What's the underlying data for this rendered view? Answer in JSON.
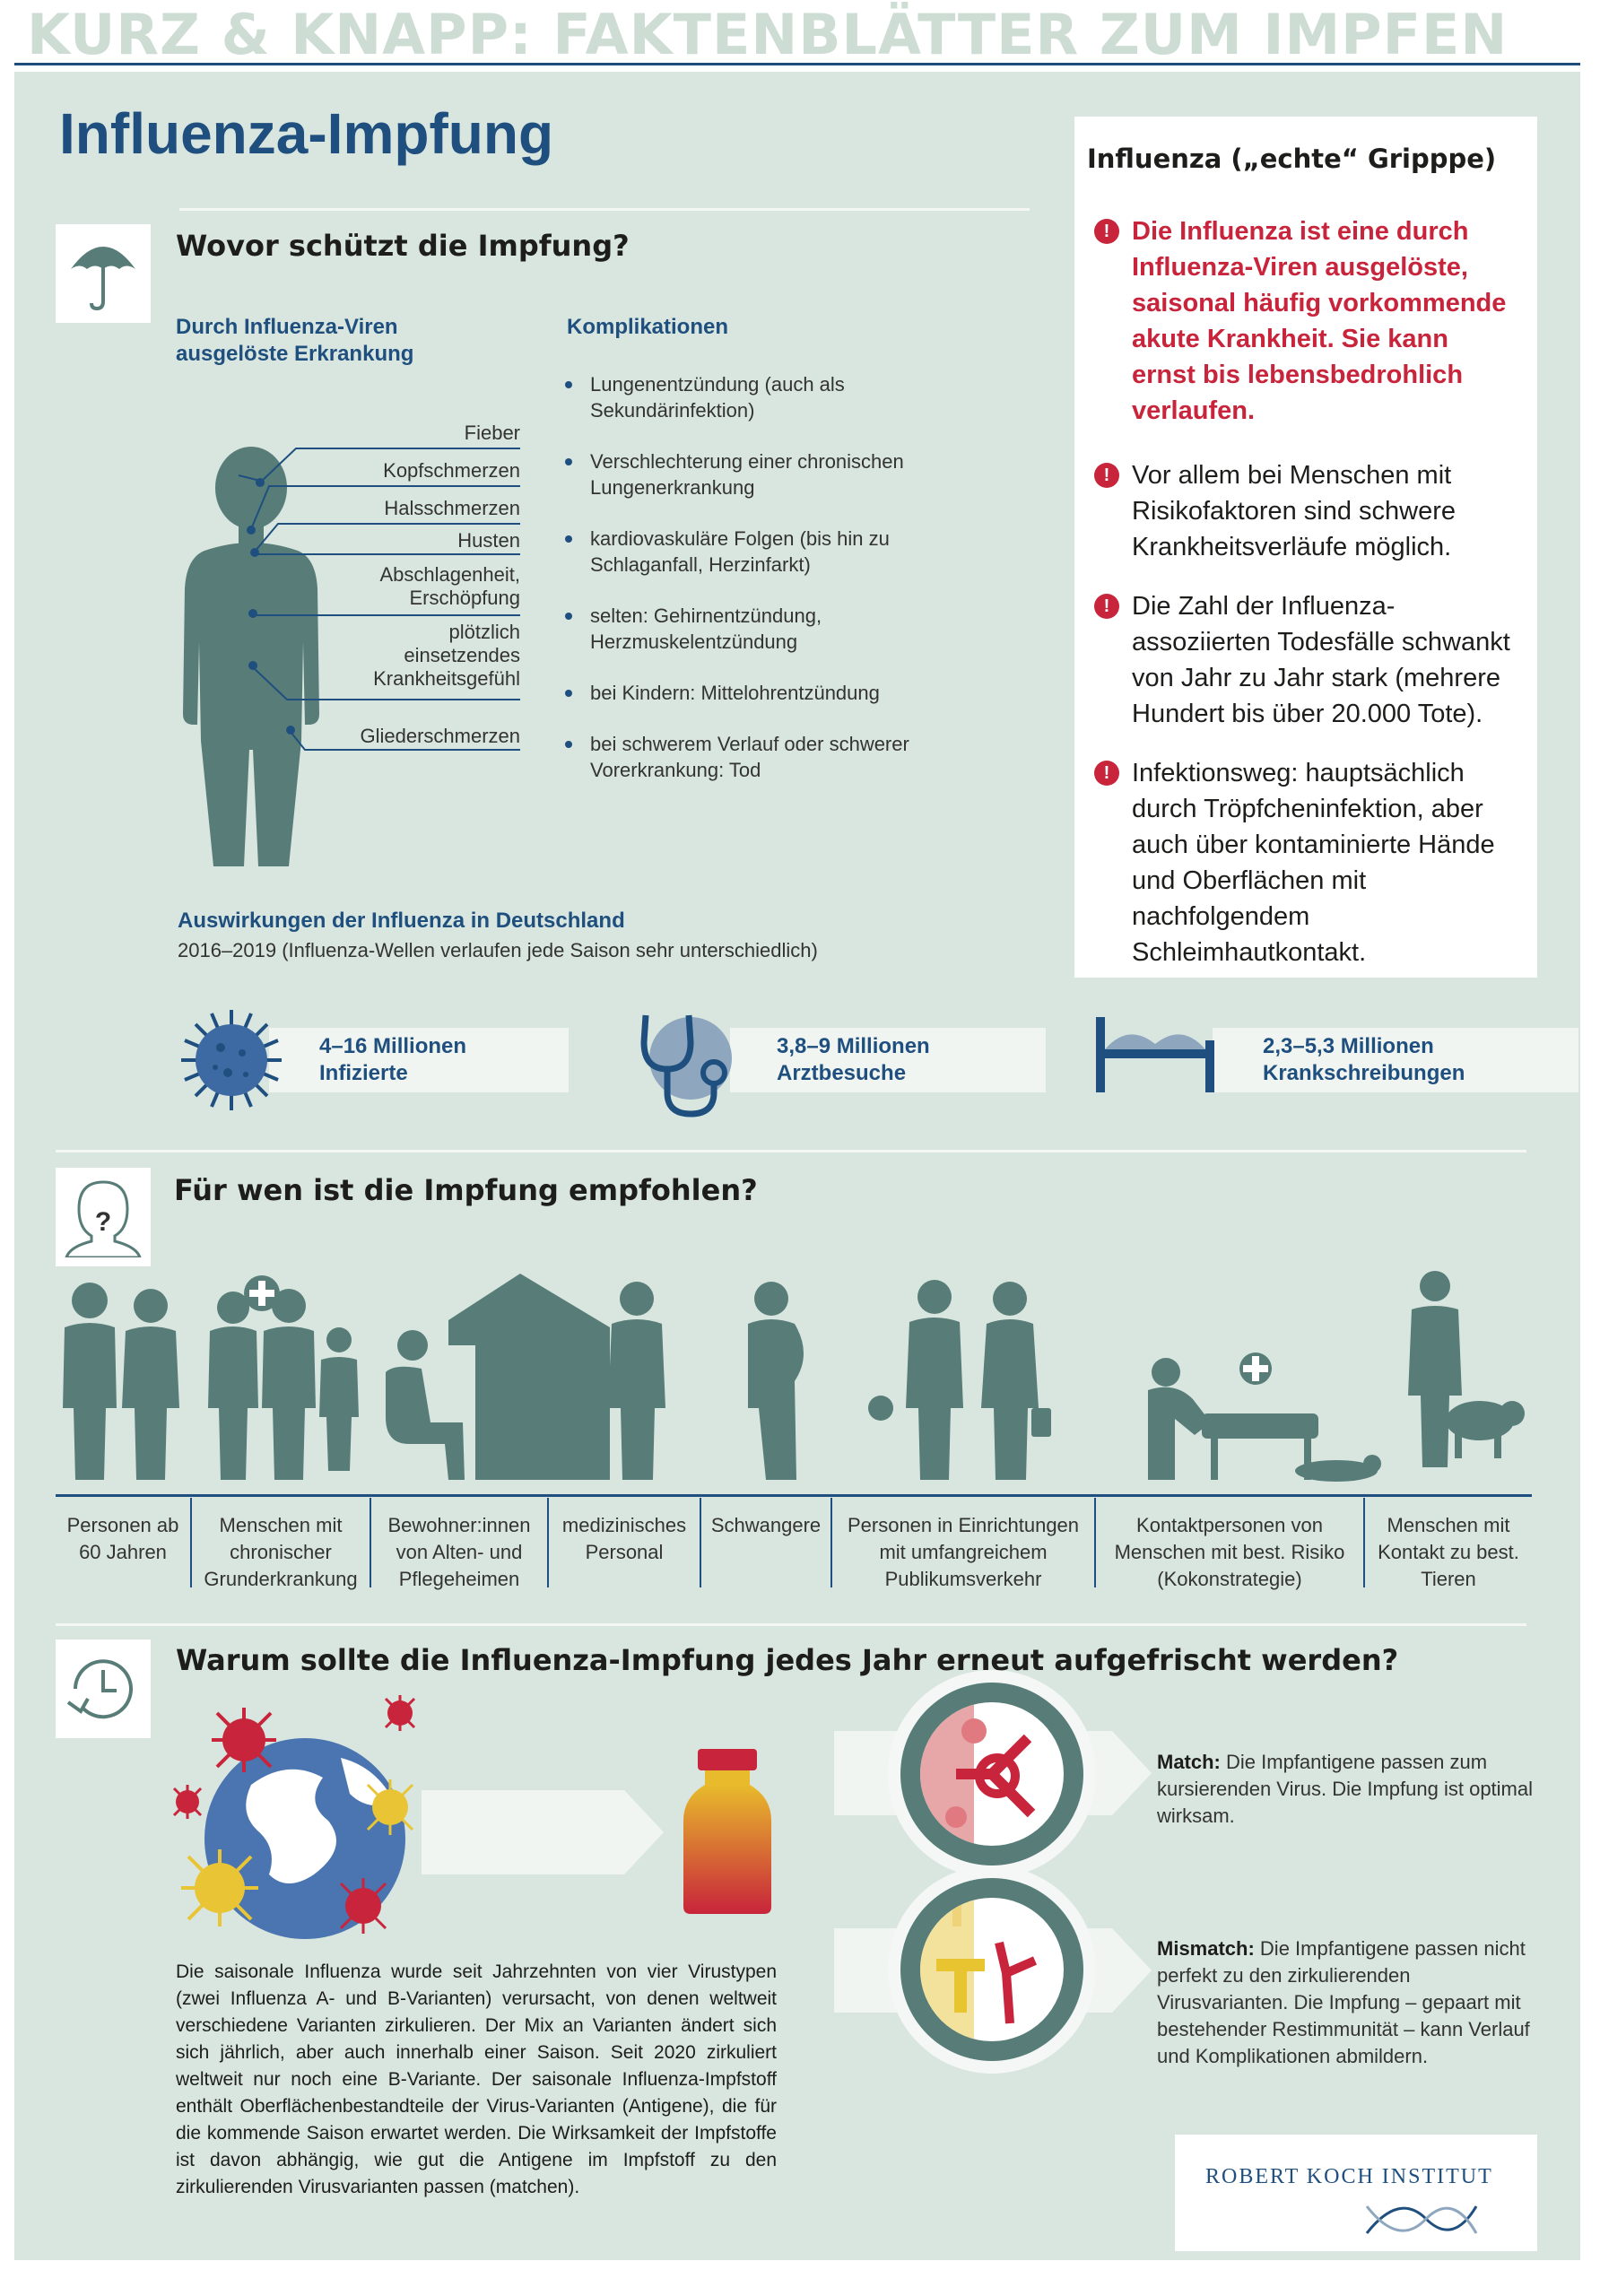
{
  "header": {
    "title": "KURZ & KNAPP: FAKTENBLÄTTER ZUM IMPFEN"
  },
  "page_title": "Influenza-Impfung",
  "section1": {
    "title": "Wovor schützt die Impfung?",
    "disease_heading": "Durch Influenza-Viren ausgelöste Erkrankung",
    "symptoms": [
      "Fieber",
      "Kopfschmerzen",
      "Halsschmerzen",
      "Husten",
      "Abschlagenheit, Erschöpfung",
      "plötzlich einsetzendes Krankheitsgefühl",
      "Gliederschmerzen"
    ],
    "complications_heading": "Komplikationen",
    "complications": [
      "Lungenentzündung (auch als Sekundärinfektion)",
      "Verschlechterung einer chronischen Lungenerkrankung",
      "kardiovaskuläre Folgen (bis hin zu Schlaganfall, Herzinfarkt)",
      "selten: Gehirnentzündung, Herzmuskelentzündung",
      "bei Kindern: Mittelohrentzündung",
      "bei schwerem Verlauf oder schwerer Vorerkrankung: Tod"
    ],
    "impact_heading": "Auswirkungen der Influenza in Deutschland",
    "impact_sub": "2016–2019 (Influenza-Wellen verlaufen jede Saison sehr unterschiedlich)"
  },
  "infobox": {
    "title": "Influenza („echte“ Gripppe)",
    "items": [
      "Die Influenza ist eine durch Influenza-Viren ausgelöste, saisonal häufig vorkommende akute Krankheit. Sie kann ernst bis lebensbedrohlich verlaufen.",
      "Vor allem bei Menschen mit Risikofaktoren sind schwere Krankheitsverläufe möglich.",
      "Die Zahl der Influenza-assoziierten Todesfälle schwankt von Jahr zu Jahr stark (mehrere Hundert bis über 20.000 Tote).",
      "Infektionsweg: hauptsächlich durch Tröpfcheninfektion, aber auch über kontaminierte Hände und Oberflächen mit nachfolgendem Schleimhautkontakt."
    ]
  },
  "stats": [
    {
      "value": "4–16 Millionen",
      "label": "Infizierte",
      "icon": "virus-icon"
    },
    {
      "value": "3,8–9 Millionen",
      "label": "Arztbesuche",
      "icon": "stethoscope-icon"
    },
    {
      "value": "2,3–5,3 Millionen",
      "label": "Krankschreibungen",
      "icon": "bed-icon"
    }
  ],
  "section2": {
    "title": "Für wen ist die Impfung empfohlen?",
    "groups": [
      "Personen ab 60 Jahren",
      "Menschen mit chronischer Grunderkrankung",
      "Bewohner:innen von Alten- und Pflegeheimen",
      "medizinisches Personal",
      "Schwangere",
      "Personen in Einrichtungen mit umfangreichem Publikumsverkehr",
      "Kontaktpersonen von Menschen mit best. Risiko (Kokonstrategie)",
      "Menschen mit Kontakt zu best. Tieren"
    ]
  },
  "section3": {
    "title": "Warum sollte die Influenza-Impfung jedes Jahr erneut aufgefrischt werden?",
    "paragraph": "Die saisonale Influenza wurde seit Jahrzehnten von vier Virustypen (zwei Influenza A- und B-Varianten) verursacht, von denen weltweit verschiedene Varianten zirkulieren. Der Mix an Varianten ändert sich  sich jährlich, aber auch innerhalb einer Saison. Seit 2020 zirkuliert weltweit nur noch eine B-Variante. Der saisonale Influenza-Impfstoff enthält Oberflächenbestandteile der Virus-Varianten (Antigene), die für die kommende Saison erwartet werden. Die Wirksamkeit der Impfstoffe ist  davon abhängig, wie gut die Antigene im Impfstoff zu den zirkulierenden Virusvarianten passen (matchen).",
    "match_label": "Match:",
    "match_text": "Die Impfantigene passen zum kursierenden Virus. Die Impfung ist optimal wirksam.",
    "mismatch_label": "Mismatch:",
    "mismatch_text": "Die Impfantigene passen nicht perfekt zu den zirkulierenden Virusvarianten. Die Impfung – gepaart mit bestehender Restimmunität – kann Verlauf und Komplikationen abmildern."
  },
  "logo": {
    "text": "ROBERT KOCH INSTITUT"
  },
  "colors": {
    "primary": "#1f4f7e",
    "panel": "#d9e6df",
    "figure": "#587d78",
    "alert": "#c8243b"
  }
}
